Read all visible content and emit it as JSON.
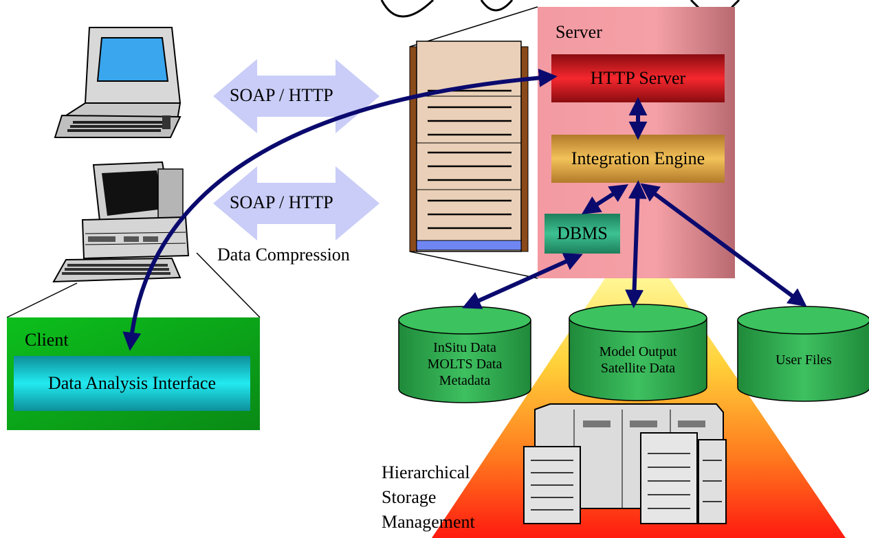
{
  "server": {
    "title": "Server",
    "http_server": "HTTP Server",
    "integration_engine": "Integration Engine",
    "dbms": "DBMS"
  },
  "protocols": {
    "top": "SOAP / HTTP",
    "bottom": "SOAP / HTTP",
    "compression": "Data Compression"
  },
  "client": {
    "title": "Client",
    "interface": "Data Analysis Interface"
  },
  "storage": {
    "insitu": [
      "InSitu Data",
      "MOLTS Data",
      "Metadata"
    ],
    "model": [
      "Model Output",
      "Satellite Data"
    ],
    "user_files": "User Files",
    "hsm": [
      "Hierarchical",
      "Storage",
      "Management"
    ]
  },
  "colors": {
    "arrow": "#0a0a6e",
    "server_panel": "#f49aa0",
    "http_box": "#e8202a",
    "engine_box": "#e2b04a",
    "dbms_box": "#2e9e78",
    "client_box": "#0ea218",
    "interface_box": "#1ad8dc",
    "cylinder": "#2aa84a",
    "protocol_arrow": "#c9cdf7"
  }
}
